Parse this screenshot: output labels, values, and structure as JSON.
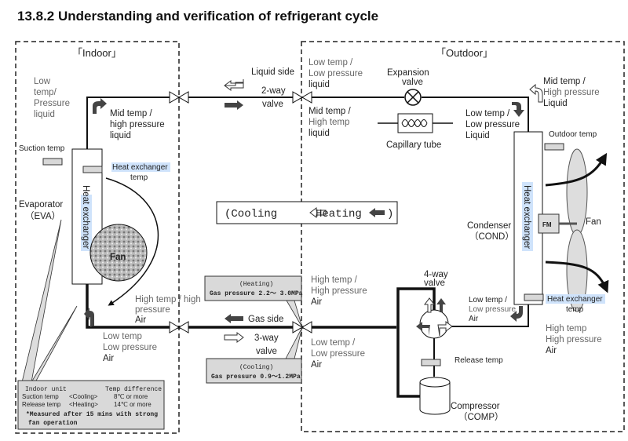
{
  "title": "13.8.2   Understanding and verification of refrigerant cycle",
  "indoor": {
    "label": "「Indoor」",
    "low_temp_pressure_liquid": [
      "Low",
      "temp/",
      "Pressure",
      "liquid"
    ],
    "mid_temp_high_pressure_liquid": [
      "Mid temp /",
      "high pressure",
      "liquid"
    ],
    "suction_temp": "Suction temp",
    "heat_exchanger_temp": [
      "Heat exchanger",
      "temp"
    ],
    "evaporator": [
      "Evaporator",
      "（EVA）"
    ],
    "heat_exchanger": "Heat exchanger",
    "fan": "Fan",
    "high_temp_air": [
      "High temp / high",
      "pressure",
      "Air"
    ],
    "low_temp_air": [
      "Low temp",
      "Low pressure",
      "Air"
    ]
  },
  "middle": {
    "liquid_side": "Liquid side",
    "two_way_valve": [
      "2-way",
      "valve"
    ],
    "mode_box": {
      "cooling": "(Cooling",
      "heating": "Heating",
      ")": ")"
    },
    "heating_pressure": {
      "mode": "(Heating)",
      "value": "Gas pressure 2.2～ 3.0MPa"
    },
    "gas_side": "Gas side",
    "three_way_valve": [
      "3-way",
      "valve"
    ],
    "cooling_pressure": {
      "mode": "(Cooling)",
      "value": "Gas pressure 0.9～1.2MPa"
    }
  },
  "info_box": {
    "row1": [
      "Indoor unit",
      "Temp difference"
    ],
    "row2": [
      "Suction temp",
      "<Cooling>",
      "8℃ or more"
    ],
    "row3": [
      "Release temp",
      "<Heating>",
      "14℃ or more"
    ],
    "note": [
      "*Measured after 15 mins with strong",
      "fan operation"
    ]
  },
  "outdoor": {
    "label": "「Outdoor」",
    "low_temp_low_pressure_liquid": [
      "Low temp /",
      "Low pressure",
      "liquid"
    ],
    "expansion_valve": [
      "Expansion",
      "valve"
    ],
    "mid_temp_high_temp_liquid": [
      "Mid temp /",
      "High temp",
      "liquid"
    ],
    "capillary_tube": "Capillary tube",
    "mid_temp_high_pressure_liquid": [
      "Mid temp /",
      "High pressure",
      "Liquid"
    ],
    "low_temp_low_pressure_liquid2": [
      "Low temp /",
      "Low pressure",
      "Liquid"
    ],
    "outdoor_temp": "Outdoor temp",
    "condenser": [
      "Condenser",
      "（COND）"
    ],
    "heat_exchanger": "Heat exchanger",
    "fm": "FM",
    "fan": "Fan",
    "high_temp_air_left": [
      "High temp /",
      "High pressure",
      "Air"
    ],
    "low_temp_air_left": [
      "Low temp /",
      "Low pressure",
      "Air"
    ],
    "four_way_valve": [
      "4-way",
      "valve"
    ],
    "low_temp_air_right": [
      "Low temp /",
      "Low pressure",
      "Air"
    ],
    "heat_exchanger_temp": [
      "Heat exchanger",
      "temp"
    ],
    "high_temp_air_right": [
      "High temp",
      "High pressure",
      "Air"
    ],
    "release_temp": "Release temp",
    "compressor": [
      "Compressor",
      "（COMP）"
    ]
  },
  "colors": {
    "highlight": "#cfe3fb",
    "sensor": "#d8d8d8",
    "box": "#d9d9d9",
    "dark_arrow": "#444"
  }
}
